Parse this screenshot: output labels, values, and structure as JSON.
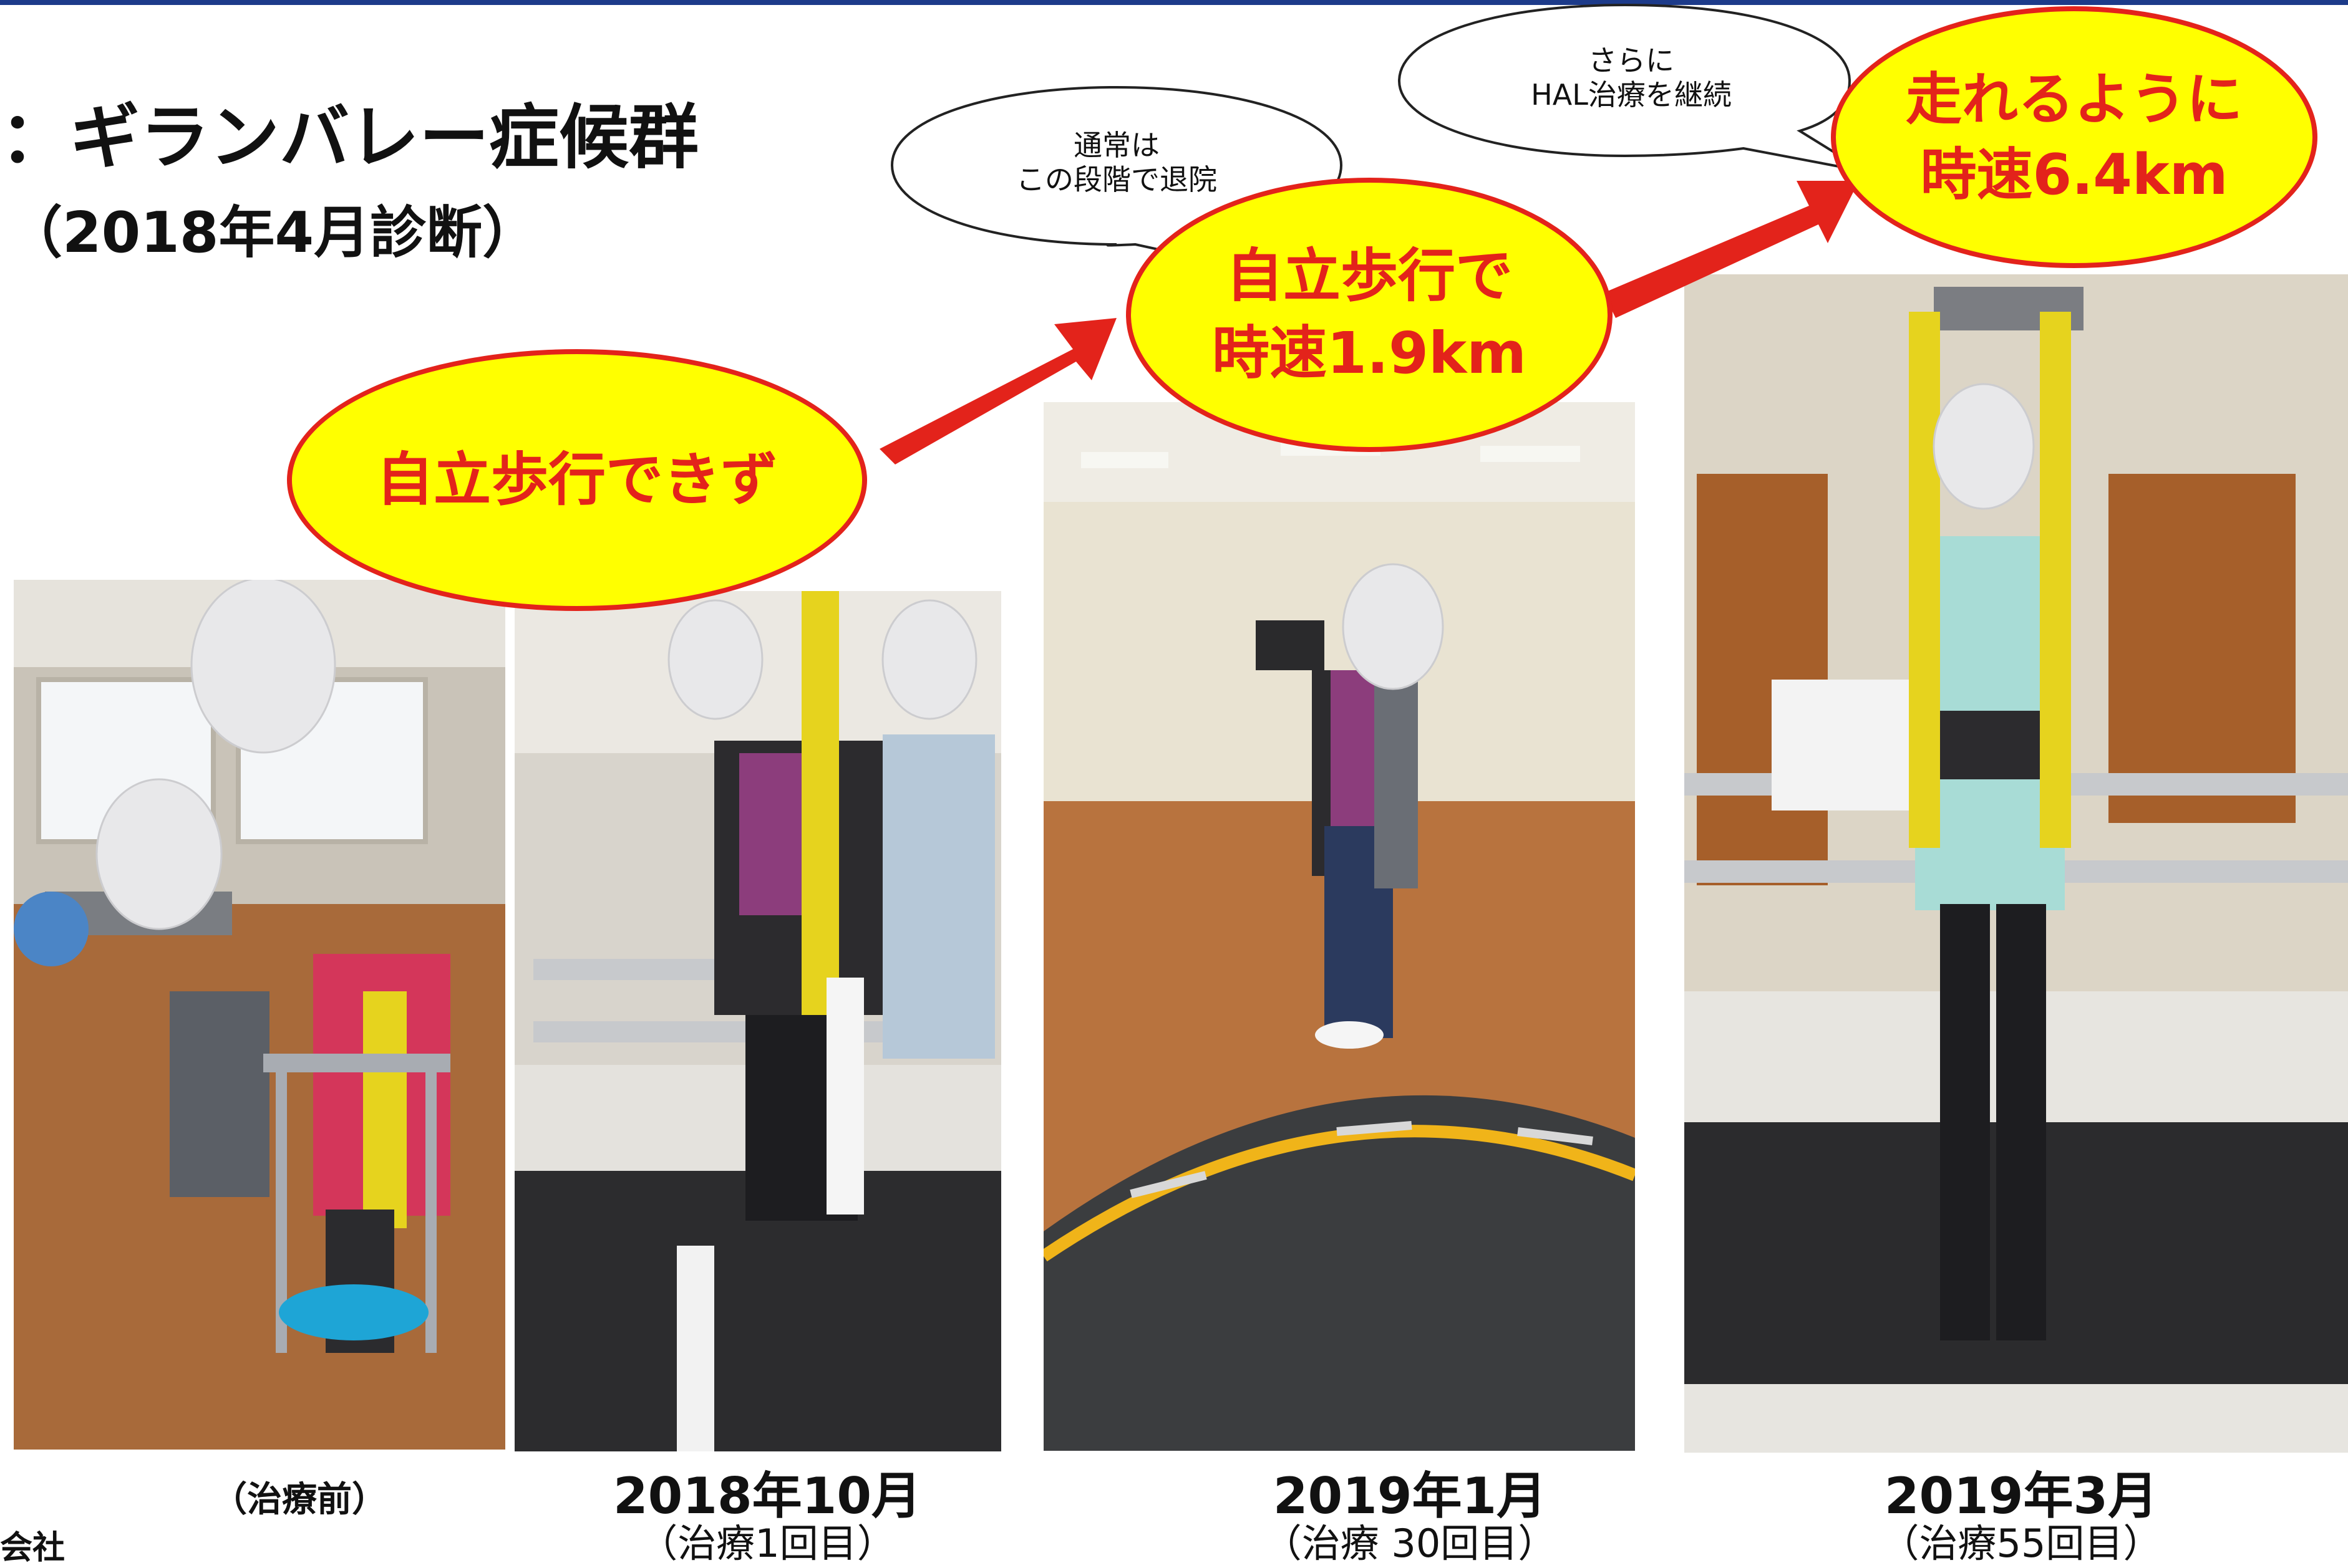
{
  "title": "：ギランバレー症候群",
  "subtitle": "（2018年4月診断）",
  "bubbles": {
    "b1": "通常は\nこの段階で退院",
    "b2": "さらに\nHAL治療を継続"
  },
  "ellipses": {
    "e1": "自立歩行できず",
    "e2": "自立歩行で\n時速1.9km",
    "e3": "走れるように\n時速6.4km"
  },
  "captions": {
    "c0": {
      "sub": "（治療前）"
    },
    "c1": {
      "date": "2018年10月",
      "sub": "（治療1回目）"
    },
    "c2": {
      "date": "2019年1月",
      "sub": "（治療 30回目）"
    },
    "c3": {
      "date": "2019年3月",
      "sub": "（治療55回目）"
    }
  },
  "corner": "会社",
  "colors": {
    "highlight_fill": "#ffff00",
    "highlight_border": "#e3231b",
    "arrow": "#e3231b",
    "top_line": "#1d3b8a"
  }
}
